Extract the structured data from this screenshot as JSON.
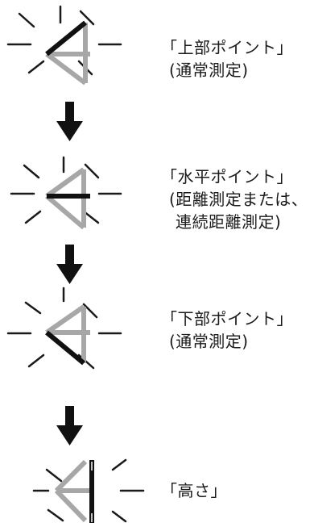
{
  "steps": [
    {
      "line1": "「上部ポイント」",
      "line2": "(通常測定)",
      "line3": ""
    },
    {
      "line1": "「水平ポイント」",
      "line2": "(距離測定または、",
      "line3": "連続距離測定)"
    },
    {
      "line1": "「下部ポイント」",
      "line2": "(通常測定)",
      "line3": ""
    },
    {
      "line1": "「高さ」",
      "line2": "",
      "line3": ""
    }
  ],
  "colors": {
    "ink": "#1a1a1a",
    "highlight": "#111111",
    "muted": "#a7a7a7"
  }
}
